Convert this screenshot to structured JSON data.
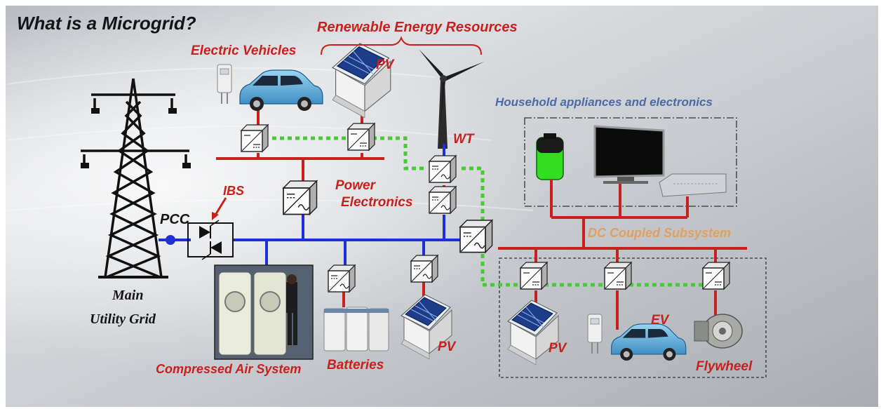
{
  "title": "What is a Microgrid?",
  "labels": {
    "renewable": "Renewable Energy Resources",
    "electric_vehicles": "Electric Vehicles",
    "pv_top": "PV",
    "wt": "WT",
    "household": "Household appliances and electronics",
    "ibs": "IBS",
    "pcc": "PCC",
    "power_electronics_1": "Power",
    "power_electronics_2": "Electronics",
    "dc_coupled": "DC Coupled Subsystem",
    "main_grid_1": "Main",
    "main_grid_2": "Utility Grid",
    "compressed_air": "Compressed Air System",
    "batteries": "Batteries",
    "pv_bottom": "PV",
    "pv_dc": "PV",
    "ev": "EV",
    "flywheel": "Flywheel"
  },
  "colors": {
    "ac_bus": "#1f2fd6",
    "dc_bus": "#c8201c",
    "comm_link": "#44cc33",
    "label_red": "#c8201c",
    "label_blue": "#4a6aa8",
    "label_orange": "#e0a060"
  },
  "icons": [
    "transmission-tower-icon",
    "wind-turbine-icon",
    "solar-house-icon",
    "electric-car-icon",
    "charger-icon",
    "converter-icon",
    "battery-icon",
    "tv-icon",
    "router-icon",
    "thyristor-switch-icon",
    "flywheel-icon"
  ]
}
